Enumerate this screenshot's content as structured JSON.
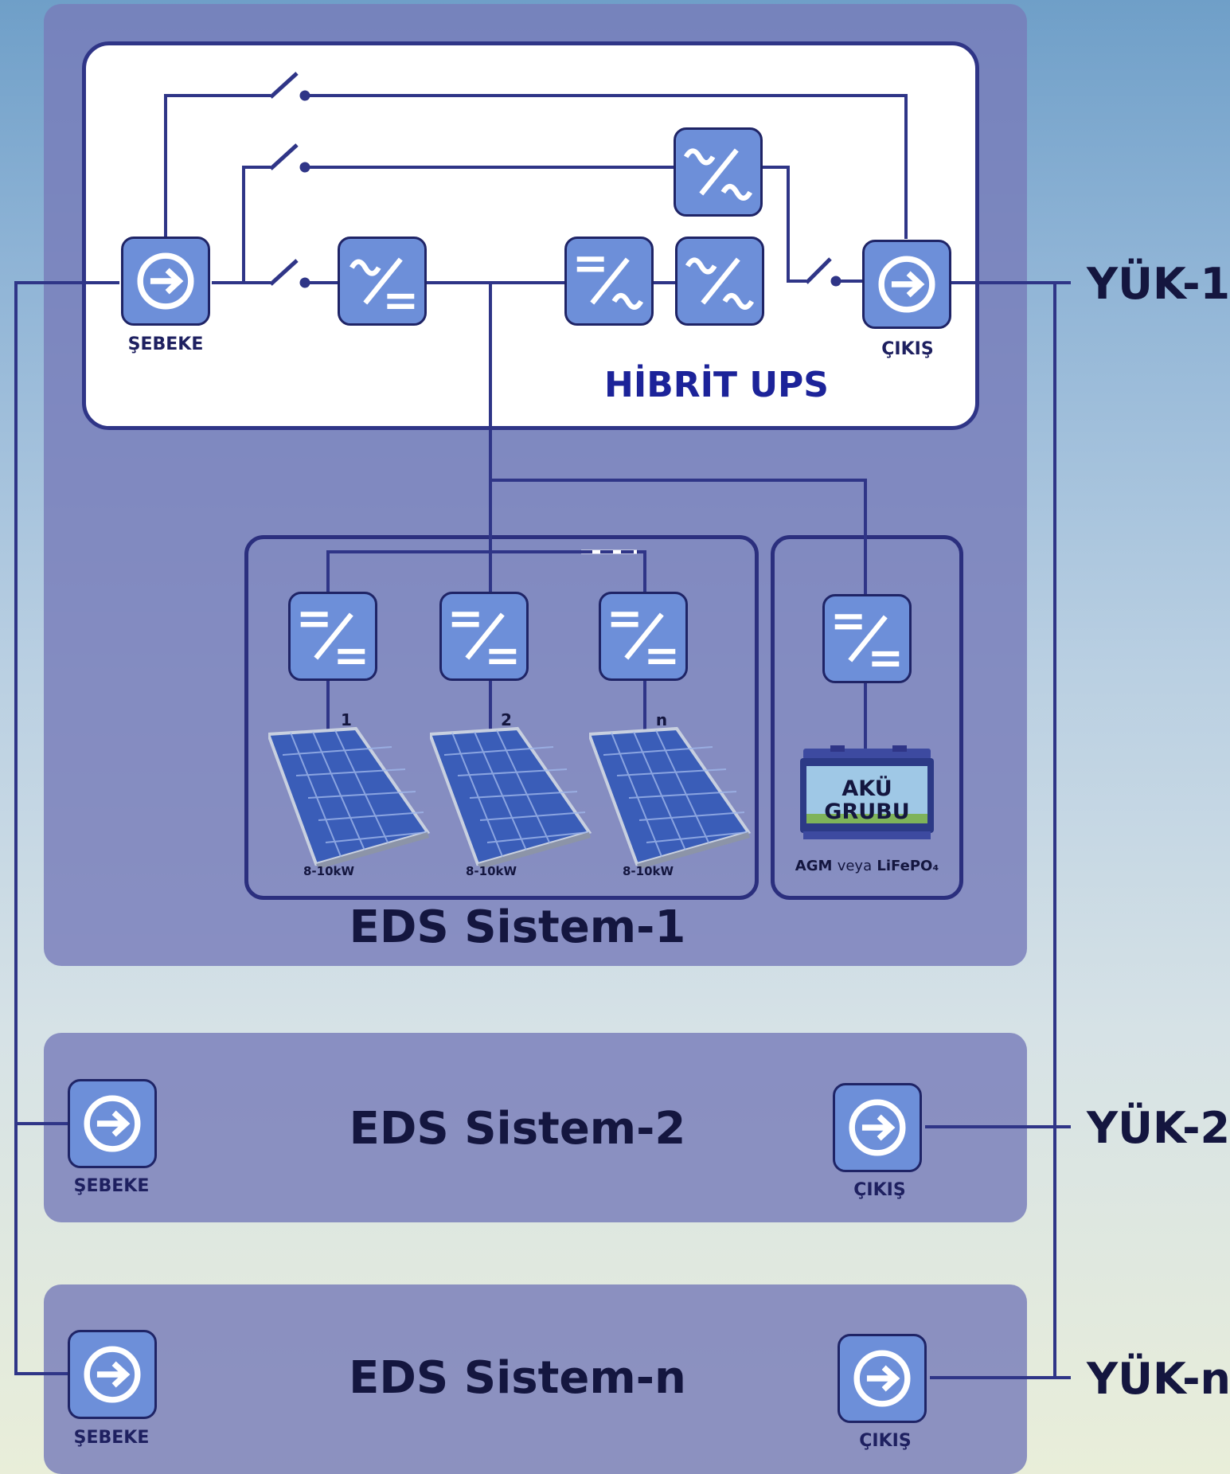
{
  "system1": {
    "title": "EDS Sistem-1",
    "ups_title": "HİBRİT UPS",
    "input_label": "ŞEBEKE",
    "output_label": "ÇIKIŞ",
    "strings": [
      {
        "number": "1",
        "power": "8-10kW"
      },
      {
        "number": "2",
        "power": "8-10kW"
      },
      {
        "number": "n",
        "power": "8-10kW"
      }
    ],
    "battery": {
      "line1": "AKÜ",
      "line2": "GRUBU",
      "type_a": "AGM",
      "connector": "veya",
      "type_b": "LiFePO₄"
    }
  },
  "system2": {
    "title": "EDS Sistem-2",
    "input_label": "ŞEBEKE",
    "output_label": "ÇIKIŞ"
  },
  "systemn": {
    "title": "EDS Sistem-n",
    "input_label": "ŞEBEKE",
    "output_label": "ÇIKIŞ"
  },
  "loads": [
    "YÜK-1",
    "YÜK-2",
    "YÜK-n"
  ],
  "colors": {
    "line": "#2f3587",
    "block": "#6d8fd9",
    "panel": "#7b7fbc",
    "text_dark": "#14163f"
  },
  "icons": [
    "arrow-circle-icon",
    "ac-dc-rectifier-icon",
    "dc-ac-inverter-icon",
    "ac-ac-converter-icon",
    "dc-dc-converter-icon",
    "solar-panel-icon",
    "battery-icon"
  ]
}
